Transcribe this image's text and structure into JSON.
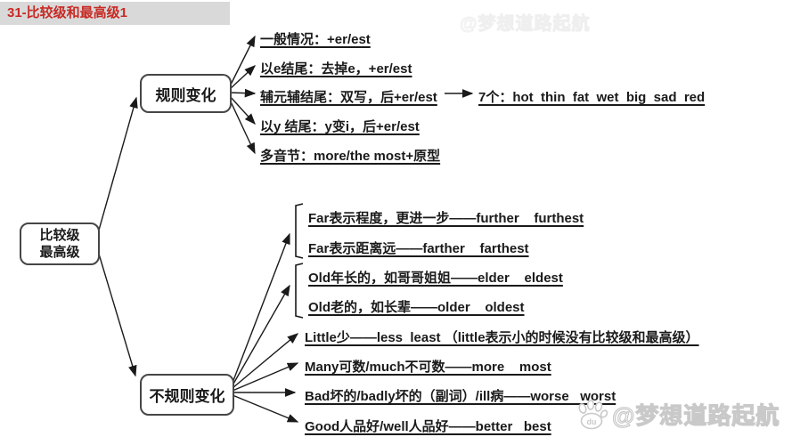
{
  "title": "31-比较级和最高级1",
  "root": {
    "line1": "比较级",
    "line2": "最高级"
  },
  "branches": {
    "regular": {
      "label": "规则变化",
      "items": [
        "一般情况：+er/est",
        "以e结尾：去掉e，+er/est",
        "辅元辅结尾：双写，后+er/est",
        "以y 结尾：y变i，后+er/est",
        "多音节：more/the most+原型"
      ],
      "seven_words": "7个：hot  thin  fat  wet  big  sad  red"
    },
    "irregular": {
      "label": "不规则变化",
      "far_group": [
        "Far表示程度，更进一步——further    furthest",
        "Far表示距离远——farther    farthest"
      ],
      "old_group": [
        "Old年长的，如哥哥姐姐——elder    eldest",
        "Old老的，如长辈——older    oldest"
      ],
      "items": [
        "Little少——less  least （little表示小的时候没有比较级和最高级）",
        "Many可数/much不可数——more    most",
        "Bad坏的/badly坏的（副词）/ill病——worse   worst",
        "Good人品好/well人品好——better   best"
      ]
    }
  },
  "watermark": {
    "text": "@梦想道路起航",
    "icon": "baidu-paw-icon",
    "icon_text": "du"
  },
  "colors": {
    "title_text": "#c72a24",
    "title_bg": "#d9d9d9",
    "line": "#1a1a1a",
    "node_border": "#464646",
    "watermark": "#c9c9c9"
  }
}
